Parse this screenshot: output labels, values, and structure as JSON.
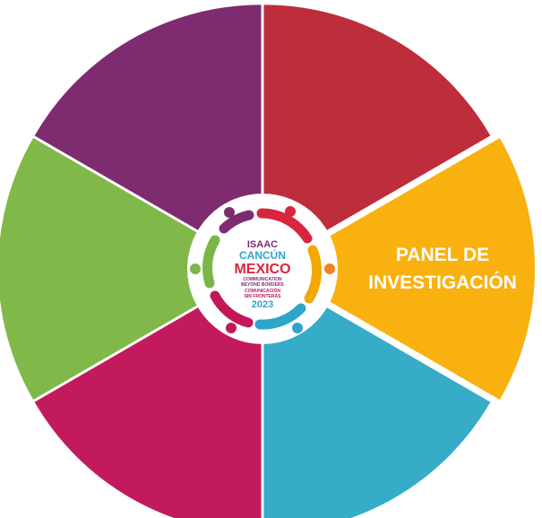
{
  "wheel": {
    "segments": [
      {
        "id": "top-right",
        "color": "#be2d3b",
        "label_lines": []
      },
      {
        "id": "right",
        "color": "#f8b10e",
        "label_lines": [
          "PANEL DE",
          "INVESTIGACIÓN"
        ],
        "highlighted": true
      },
      {
        "id": "bottom-right",
        "color": "#36acc9",
        "label_lines": []
      },
      {
        "id": "bottom-left",
        "color": "#c21a5d",
        "label_lines": []
      },
      {
        "id": "left",
        "color": "#80b849",
        "label_lines": []
      },
      {
        "id": "top-left",
        "color": "#7e2b70",
        "label_lines": []
      }
    ]
  },
  "logo": {
    "line1": "ISAAC",
    "line2": "CANCÚN",
    "line3": "MEXICO",
    "line4": "COMMUNICATION",
    "line5": "BEYOND BORDERS",
    "line6": "COMUNICACIÓN",
    "line7": "SIN FRONTERAS",
    "line8": "2023",
    "colors": {
      "purple": "#7e2b70",
      "blue": "#2fa4c9",
      "red": "#d7263d",
      "yellow": "#f2a800",
      "green": "#7ab648",
      "pink": "#c2185b",
      "orange": "#f58220"
    }
  }
}
